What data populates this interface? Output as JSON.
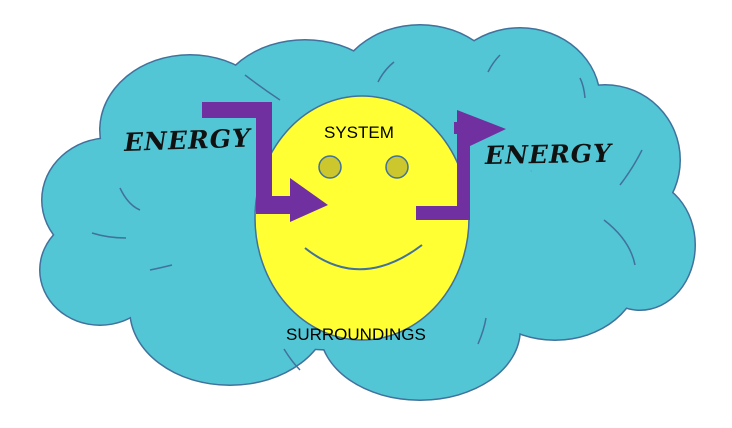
{
  "diagram": {
    "title": "System and Surroundings energy transfer",
    "labels": {
      "system": "SYSTEM",
      "surroundings": "SURROUNDINGS",
      "energy_in": "ENERGY",
      "energy_out": "ENERGY"
    },
    "icons": {
      "cloud": "cloud-shape",
      "face": "smiley-face",
      "arrow_in": "bent-arrow-right",
      "arrow_out": "bent-arrow-up-right"
    },
    "colors": {
      "cloud_fill": "#52C6D4",
      "cloud_stroke": "#41719C",
      "face_fill": "#FFFF33",
      "eye_fill": "#CCC72C",
      "arrow_fill": "#7030A0",
      "text": "#000000",
      "background": "#FFFFFF"
    }
  }
}
